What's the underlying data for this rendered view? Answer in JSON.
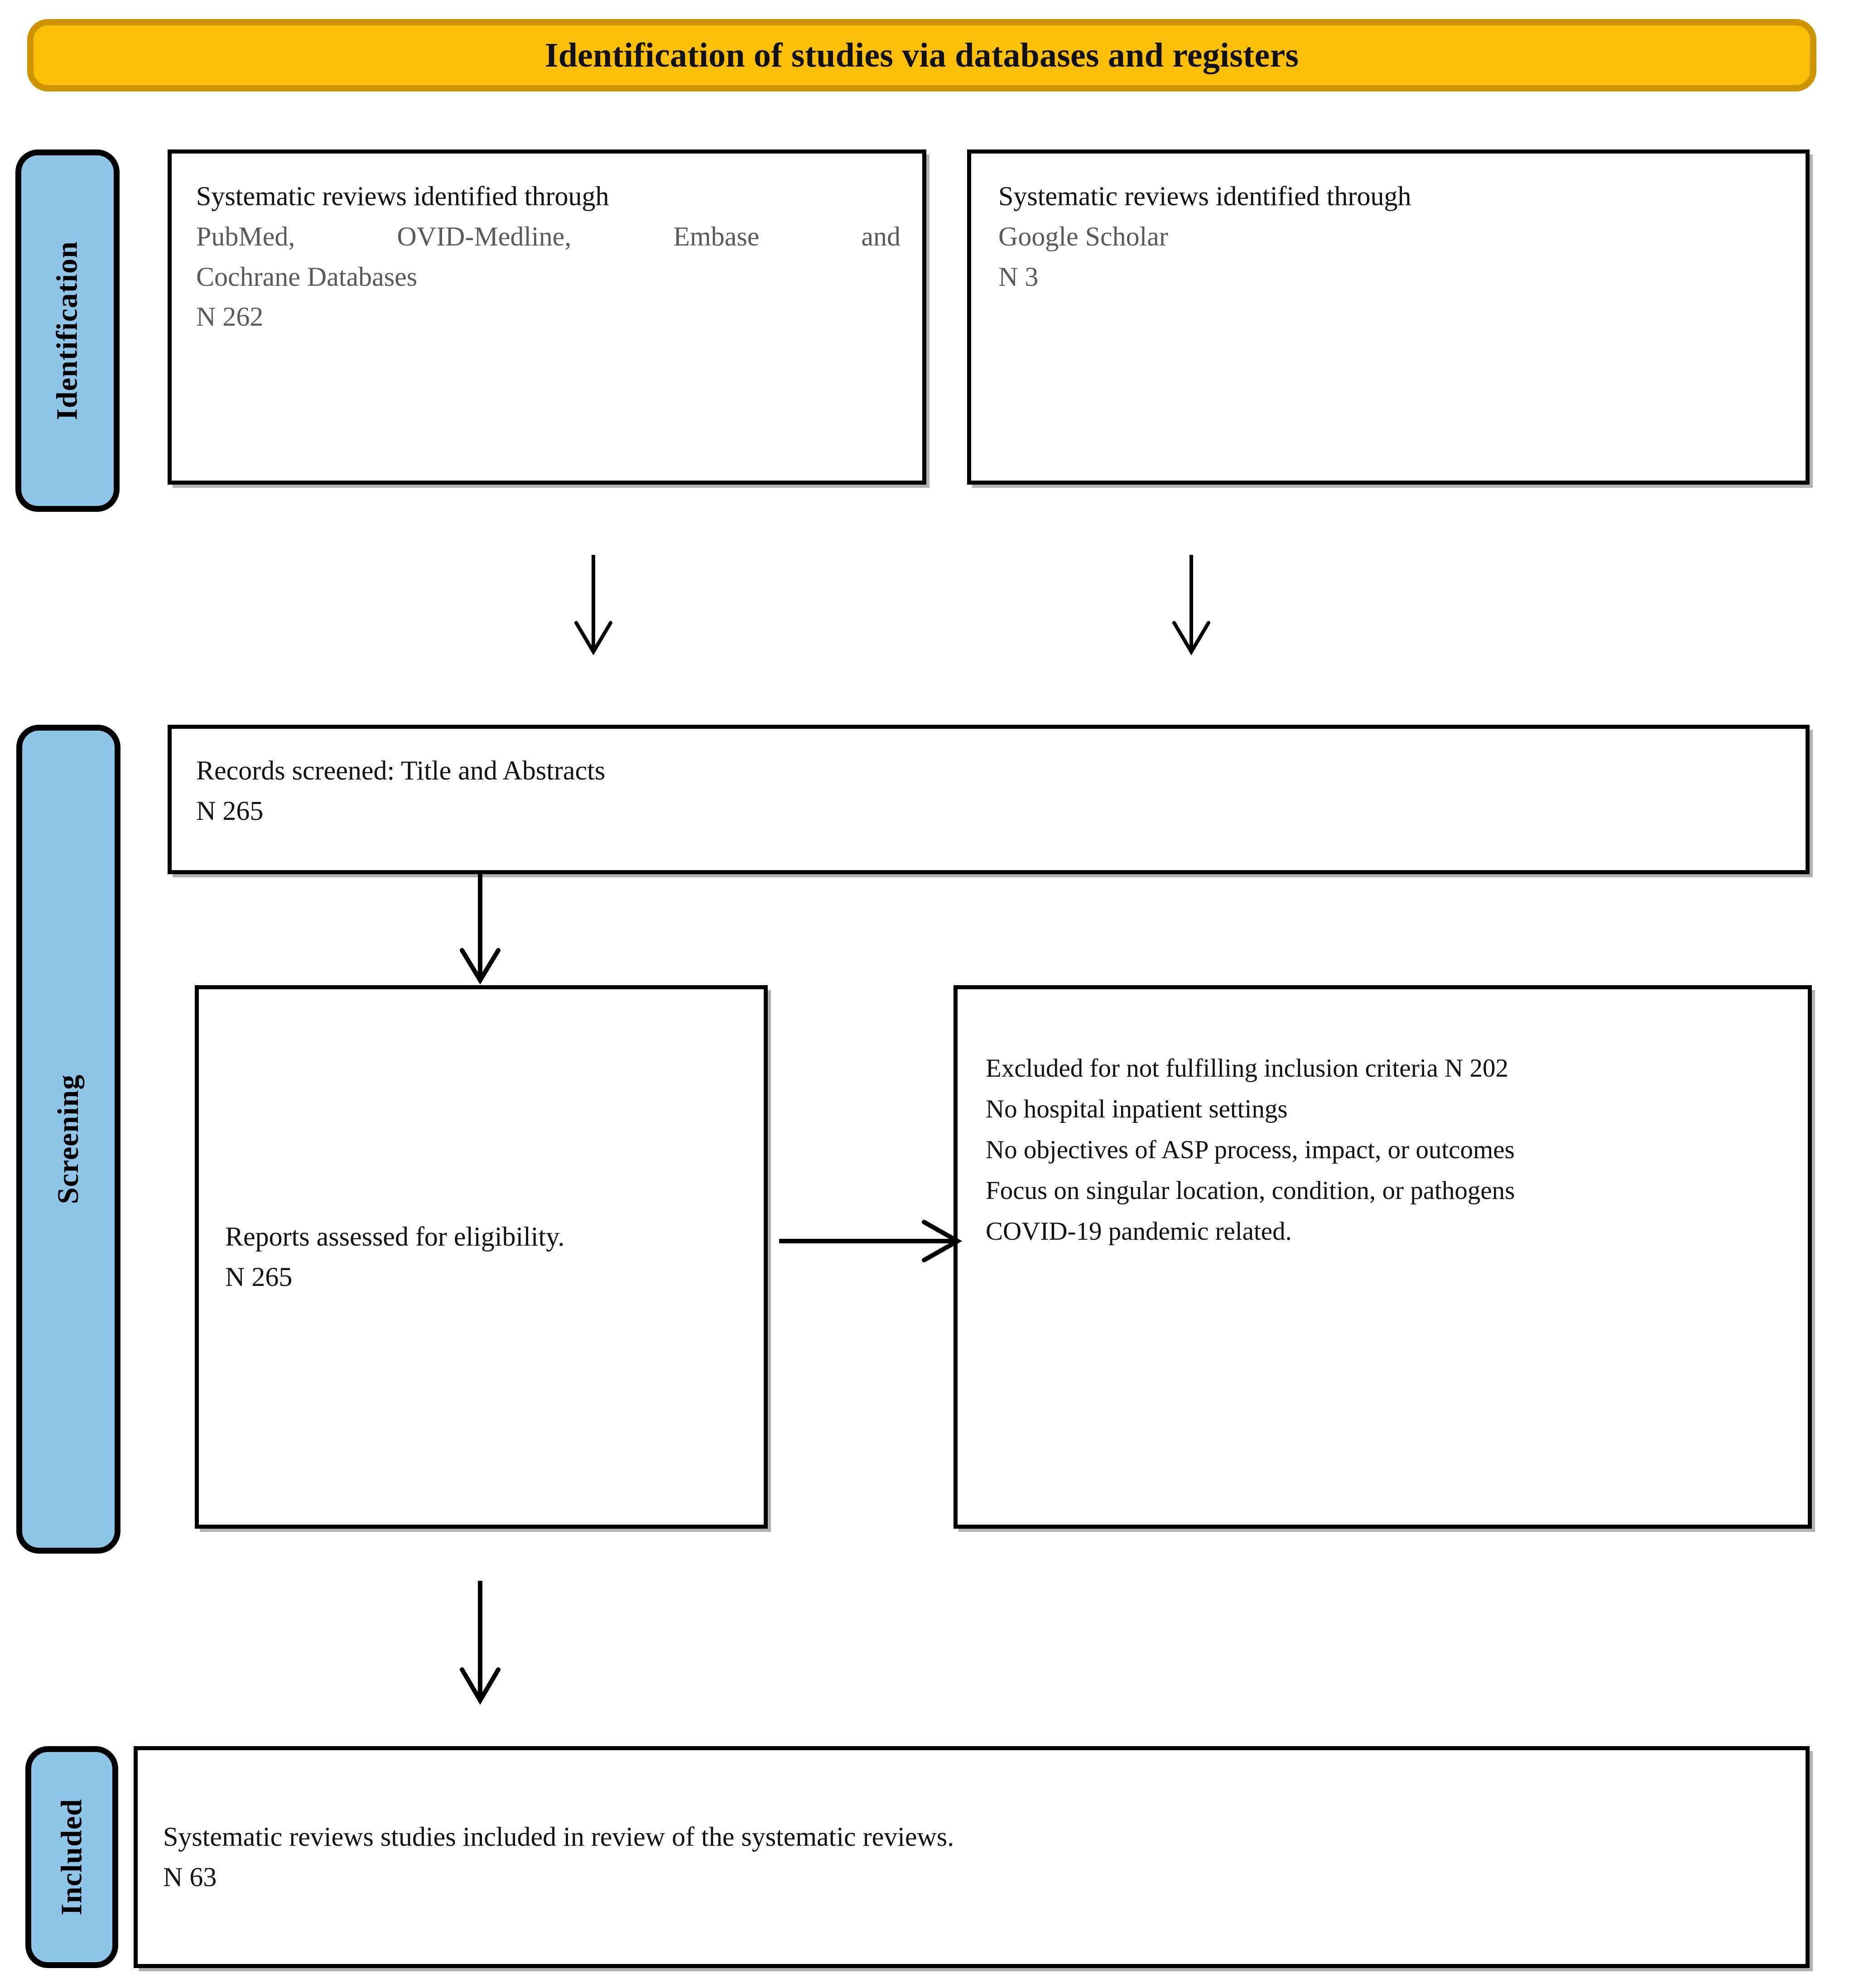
{
  "banner": {
    "title": "Identification of studies via databases and registers",
    "fill": "#FCBF08",
    "border": "#CE9400"
  },
  "stages": {
    "identification": "Identification",
    "screening": "Screening",
    "included": "Included",
    "fill": "#8FC6E7"
  },
  "boxes": {
    "databases": {
      "line1": "Systematic reviews identified through",
      "line2": "PubMed, OVID-Medline, Embase and",
      "line3": "Cochrane Databases",
      "count": "N 262"
    },
    "scholar": {
      "line1": "Systematic reviews identified through",
      "line2": "Google Scholar",
      "count": "N 3"
    },
    "records_screened": {
      "line1": "Records screened: Title and Abstracts",
      "count": "N 265"
    },
    "eligibility": {
      "line1": "Reports assessed for eligibility.",
      "count": "N 265"
    },
    "excluded": {
      "line1": "Excluded for not fulfilling inclusion criteria N 202",
      "line2": "No hospital inpatient settings",
      "line3": "No objectives of ASP process, impact, or outcomes",
      "line4": "Focus on singular location, condition, or pathogens",
      "line5": "COVID-19 pandemic related."
    },
    "included": {
      "line1": "Systematic reviews studies included in review of the systematic reviews.",
      "count": "N 63"
    }
  }
}
